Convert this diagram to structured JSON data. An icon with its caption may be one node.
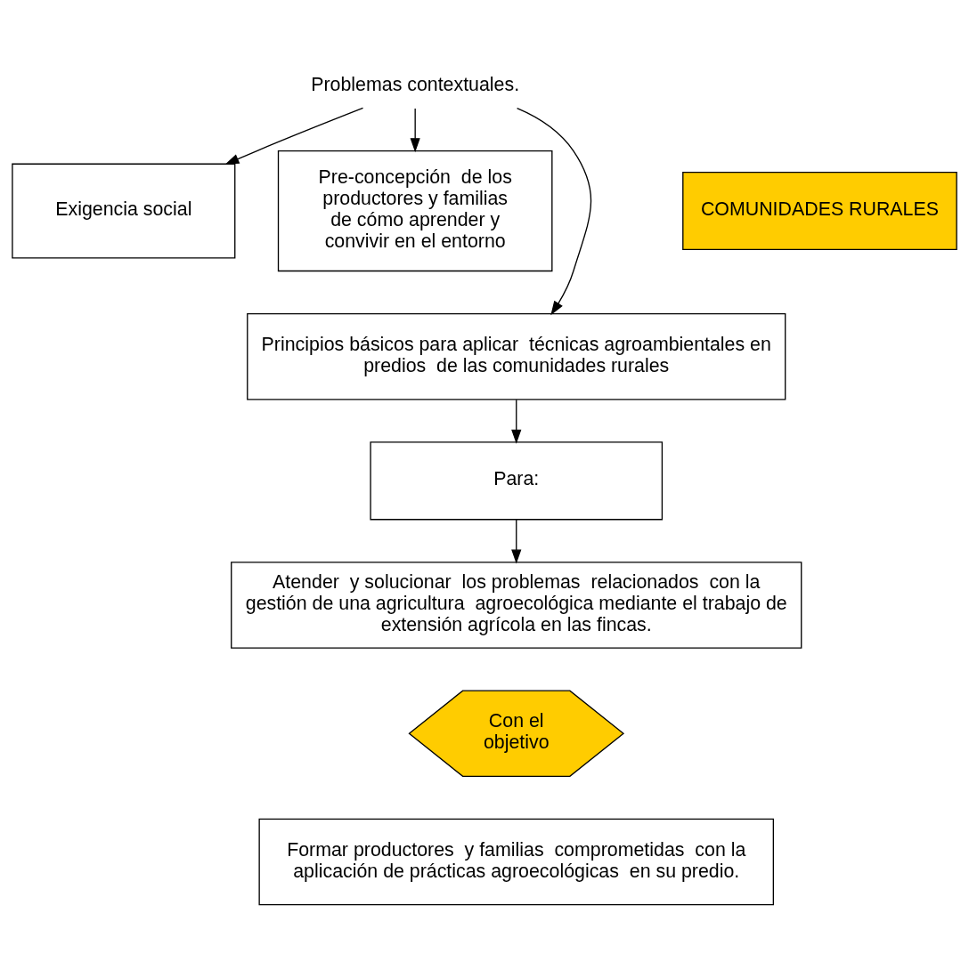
{
  "diagram": {
    "nodes": [
      {
        "text": [
          "Problemas contextuales."
        ]
      },
      {
        "text": [
          "Exigencia social"
        ]
      },
      {
        "text": [
          "COMUNIDADES RURALES"
        ]
      },
      {
        "text": [
          "Pre-concepción  de los productores y familias de cómo aprender y convivir en el entorno"
        ]
      },
      {
        "text": [
          "Principios básicos para aplicar  técnicas agroambientales en predios  de las comunidades rurales"
        ]
      },
      {
        "text": [
          "Para:"
        ]
      },
      {
        "text": [
          "Atender  y solucionar  los problemas  relacionados  con la gestión de una agricultura  agroecológica mediante el trabajo de extensión agrícola en las fincas."
        ]
      },
      {
        "text": [
          "Con el objetivo"
        ]
      },
      {
        "text": [
          "Formar productores  y familias  comprometidas  con la aplicación de prácticas agroecológicas  en su predio."
        ]
      }
    ],
    "edges": [
      {
        "from": 0,
        "to": 1,
        "arrow": "to"
      },
      {
        "from": 0,
        "to": 4,
        "arrow": "to"
      },
      {
        "from": 0,
        "to": 3,
        "arrow": "to"
      },
      {
        "from": 4,
        "to": 5,
        "arrow": "to"
      },
      {
        "from": 5,
        "to": 6,
        "arrow": "to"
      }
    ]
  }
}
